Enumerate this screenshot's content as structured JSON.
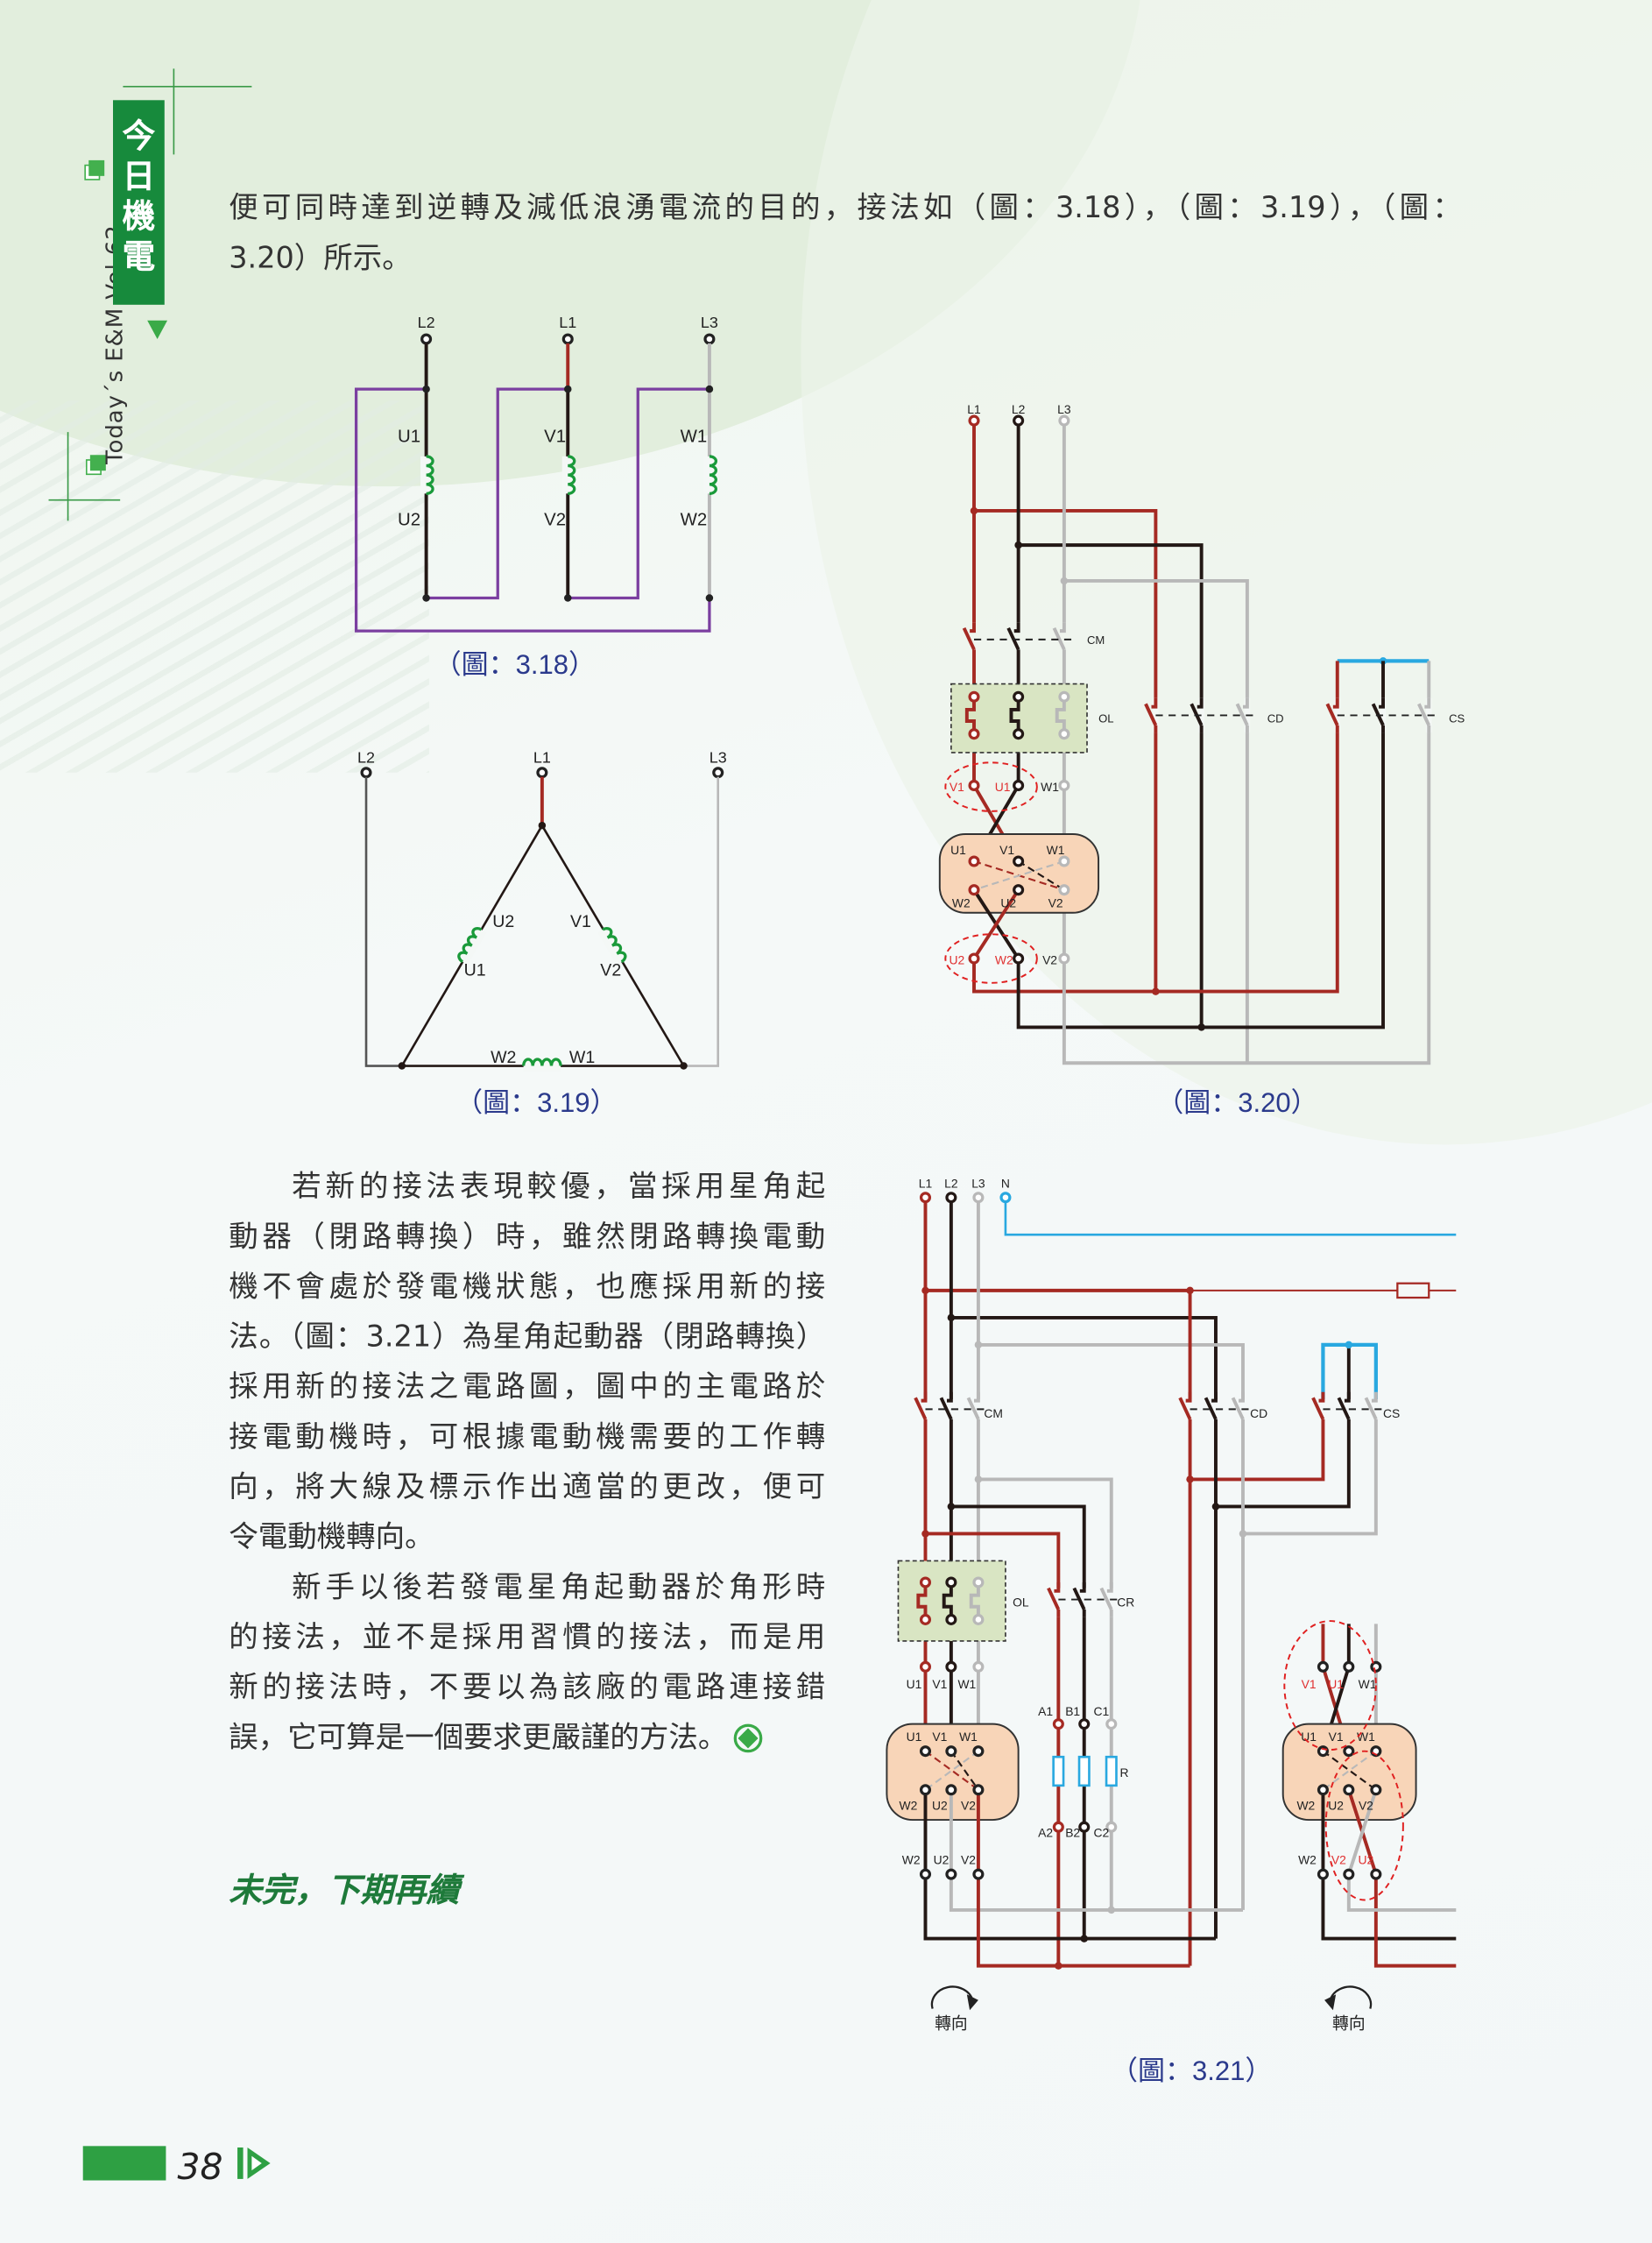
{
  "sidebar": {
    "magazine": "Today´s E&M  Vol.62",
    "badge_chars": [
      "今",
      "日",
      "機",
      "電"
    ]
  },
  "intro": {
    "lines": [
      "便可同時達到逆轉及減低浪湧電流的目的，接法如（圖：3.18），（圖：3.19），（圖：",
      "3.20）所示。"
    ]
  },
  "body": {
    "paragraph1": [
      "若新的接法表現較優，當採用星角起",
      "動器（閉路轉換）時，雖然閉路轉換電動",
      "機不會處於發電機狀態，也應採用新的接",
      "法。（圖：3.21）為星角起動器（閉路轉換）",
      "採用新的接法之電路圖，圖中的主電路於",
      "接電動機時，可根據電動機需要的工作轉",
      "向，將大線及標示作出適當的更改，便可",
      "令電動機轉向。"
    ],
    "paragraph2": [
      "新手以後若發電星角起動器於角形時",
      "的接法，並不是採用習慣的接法，而是用",
      "新的接法時，不要以為該廠的電路連接錯",
      "誤，它可算是一個要求更嚴謹的方法。"
    ],
    "to_be_continued": "未完，下期再續"
  },
  "footer": {
    "page_number": "38"
  },
  "colors": {
    "red": "#a52a23",
    "black": "#231815",
    "gray": "#b8b8b8",
    "blue": "#29a8e0",
    "purple": "#7b3fa0",
    "coil": "#1a9a3a",
    "caption": "#2b3a8c",
    "motor": "#f8d5b8",
    "ol": "#d9e5c3"
  },
  "fig318": {
    "terminals": [
      "L2",
      "L1",
      "L3"
    ],
    "coils": [
      "U1",
      "U2",
      "V1",
      "V2",
      "W1",
      "W2"
    ],
    "caption": "（圖：3.18）"
  },
  "fig319": {
    "terminals": [
      "L2",
      "L1",
      "L3"
    ],
    "coils": [
      "U2",
      "U1",
      "V1",
      "V2",
      "W2",
      "W1"
    ],
    "caption": "（圖：3.19）"
  },
  "fig320": {
    "terminals": [
      "L1",
      "L2",
      "L3"
    ],
    "contactors": [
      "CM",
      "OL",
      "CD",
      "CS"
    ],
    "top_terminals": [
      "V1",
      "U1",
      "W1"
    ],
    "motor": [
      "U1",
      "V1",
      "W1",
      "W2",
      "U2",
      "V2"
    ],
    "bottom_terminals": [
      "U2",
      "W2",
      "V2"
    ],
    "caption": "（圖：3.20）"
  },
  "fig321": {
    "terminals": [
      "L1",
      "L2",
      "L3",
      "N"
    ],
    "contactors": [
      "CM",
      "CD",
      "CS",
      "OL",
      "CR"
    ],
    "left_terminals": [
      "U1",
      "V1",
      "W1"
    ],
    "left_motor": [
      "U1",
      "V1",
      "W1",
      "W2",
      "U2",
      "V2"
    ],
    "left_bottom": [
      "W2",
      "U2",
      "V2"
    ],
    "resistor_top": [
      "A1",
      "B1",
      "C1"
    ],
    "resistor_bottom": [
      "A2",
      "B2",
      "C2"
    ],
    "resistor_label": "R",
    "right_terminals": [
      "V1",
      "U1",
      "W1"
    ],
    "right_motor": [
      "U1",
      "V1",
      "W1",
      "W2",
      "U2",
      "V2"
    ],
    "right_bottom": [
      "W2",
      "V2",
      "U2"
    ],
    "rotation_labels": [
      "轉向",
      "轉向"
    ],
    "caption": "（圖：3.21）"
  }
}
